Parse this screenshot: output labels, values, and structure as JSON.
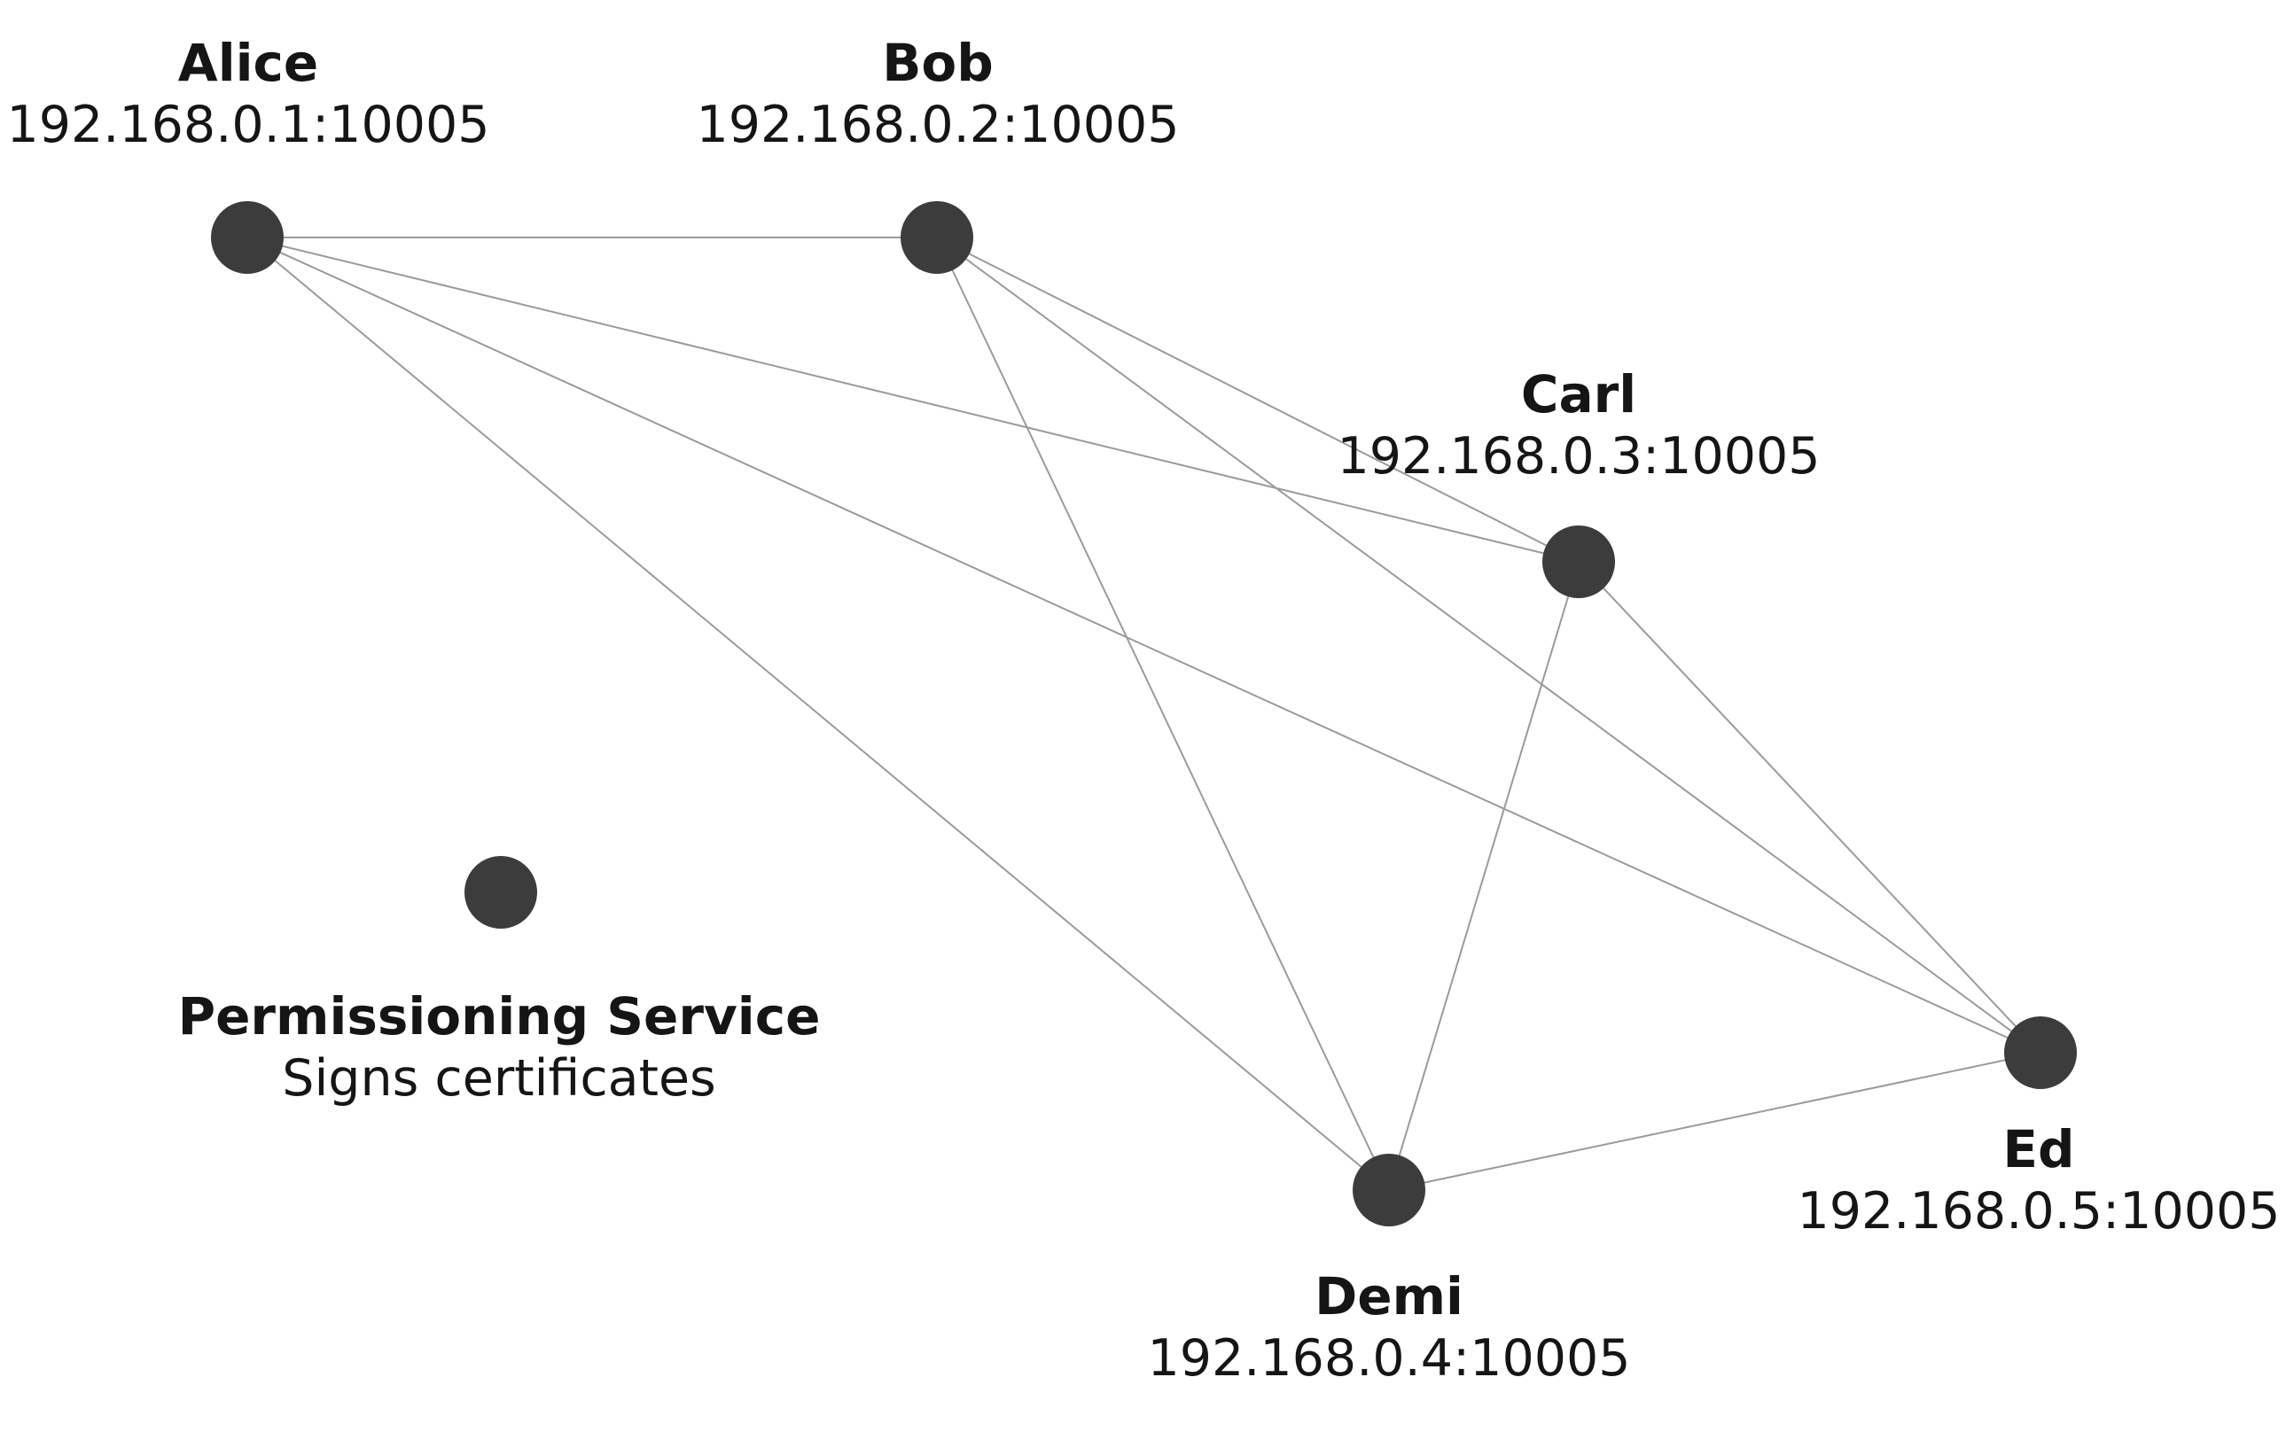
{
  "nodes": [
    {
      "id": "alice",
      "name": "Alice",
      "detail": "192.168.0.1:10005"
    },
    {
      "id": "bob",
      "name": "Bob",
      "detail": "192.168.0.2:10005"
    },
    {
      "id": "carl",
      "name": "Carl",
      "detail": "192.168.0.3:10005"
    },
    {
      "id": "demi",
      "name": "Demi",
      "detail": "192.168.0.4:10005"
    },
    {
      "id": "ed",
      "name": "Ed",
      "detail": "192.168.0.5:10005"
    },
    {
      "id": "permissioning",
      "name": "Permissioning Service",
      "detail": "Signs certificates"
    }
  ],
  "edges": [
    [
      "alice",
      "bob"
    ],
    [
      "alice",
      "carl"
    ],
    [
      "alice",
      "demi"
    ],
    [
      "alice",
      "ed"
    ],
    [
      "bob",
      "carl"
    ],
    [
      "bob",
      "demi"
    ],
    [
      "bob",
      "ed"
    ],
    [
      "carl",
      "demi"
    ],
    [
      "carl",
      "ed"
    ],
    [
      "demi",
      "ed"
    ]
  ],
  "colors": {
    "node_fill": "#3c3c3c",
    "edge_stroke": "#9a9a9a",
    "text": "#151515"
  }
}
